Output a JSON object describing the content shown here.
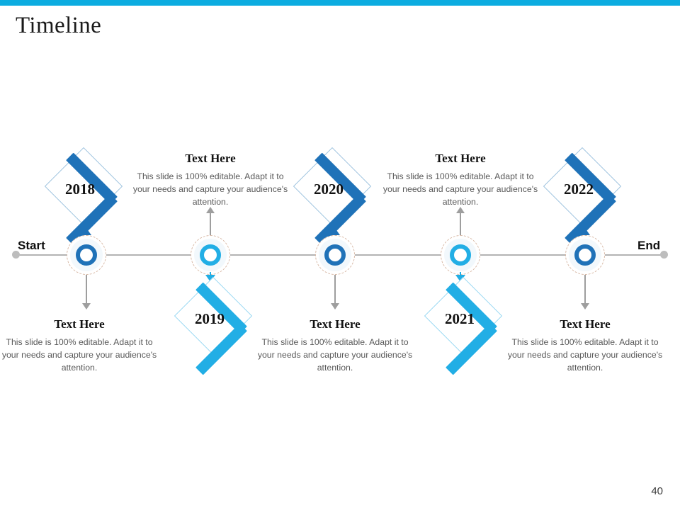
{
  "slide": {
    "title": "Timeline",
    "page_number": "40",
    "accent_color": "#0cace0"
  },
  "axis": {
    "start_label": "Start",
    "end_label": "End",
    "line_color": "#b3b3b3",
    "cap_color": "#bdbdbd"
  },
  "colors": {
    "dark_blue": "#1f72b8",
    "cyan": "#22aee5",
    "body_text": "#595959",
    "arrow_gray": "#9e9e9e"
  },
  "milestones": [
    {
      "year": "2018",
      "color": "#1f72b8",
      "diamond_position": "above",
      "text_position": "below",
      "heading": "Text Here",
      "body": "This slide is 100% editable. Adapt it to your needs and capture your audience's attention."
    },
    {
      "year": "2019",
      "color": "#22aee5",
      "diamond_position": "below",
      "text_position": "above",
      "heading": "Text Here",
      "body": "This slide is 100% editable. Adapt it to your needs and capture your audience's attention."
    },
    {
      "year": "2020",
      "color": "#1f72b8",
      "diamond_position": "above",
      "text_position": "below",
      "heading": "Text Here",
      "body": "This slide is 100% editable. Adapt it to your needs and capture your audience's attention."
    },
    {
      "year": "2021",
      "color": "#22aee5",
      "diamond_position": "below",
      "text_position": "above",
      "heading": "Text Here",
      "body": "This slide is 100% editable. Adapt it to your needs and capture your audience's attention."
    },
    {
      "year": "2022",
      "color": "#1f72b8",
      "diamond_position": "above",
      "text_position": "below",
      "heading": "Text Here",
      "body": "This slide is 100% editable. Adapt it to your needs and capture your audience's attention."
    }
  ]
}
